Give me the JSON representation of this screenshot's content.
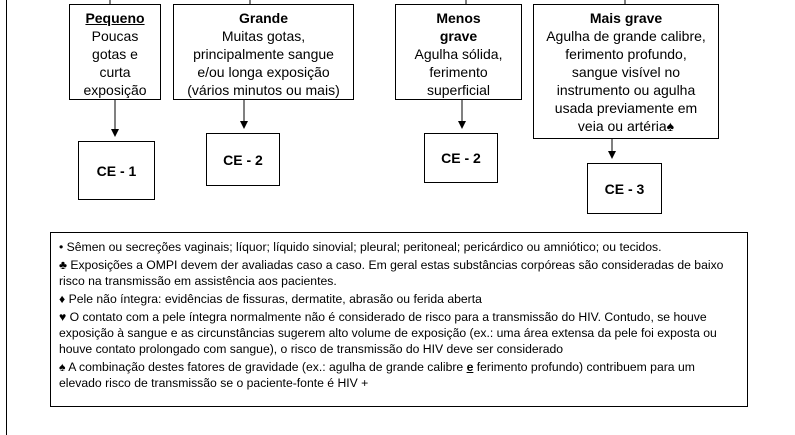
{
  "top_boxes": [
    {
      "title": "Pequeno",
      "lines": [
        "Poucas",
        "gotas e",
        "curta",
        "exposição"
      ]
    },
    {
      "title": "Grande",
      "lines": [
        "Muitas gotas,",
        "principalmente sangue",
        "e/ou longa exposição",
        "(vários minutos ou mais)"
      ]
    },
    {
      "title": "Menos grave",
      "lines": [
        "Agulha sólida,",
        "ferimento",
        "superficial"
      ]
    },
    {
      "title": "Mais grave",
      "lines": [
        "Agulha de grande calibre,",
        "ferimento profundo,",
        "sangue visível no",
        "instrumento ou agulha",
        "usada previamente em",
        "veia ou artéria♠"
      ]
    }
  ],
  "ce_boxes": [
    "CE - 1",
    "CE - 2",
    "CE - 2",
    "CE - 3"
  ],
  "notes": {
    "n1": "• Sêmen ou secreções vaginais; líquor; líquido sinovial; pleural; peritoneal; pericárdico ou amniótico; ou tecidos.",
    "n2": "♣ Exposições a OMPI devem der avaliadas caso a caso. Em geral estas substâncias corpóreas são consideradas de baixo risco na transmissão em assistência aos pacientes.",
    "n3": "♦ Pele não íntegra: evidências de fissuras, dermatite, abrasão ou ferida aberta",
    "n4": "♥ O contato com a pele íntegra normalmente não é considerado de risco para a transmissão do HIV. Contudo, se houve exposição à sangue e as circunstâncias sugerem alto volume de exposição (ex.: uma área extensa da pele foi exposta ou houve contato prolongado com sangue), o risco de transmissão do HIV deve ser considerado",
    "n5_a": "♠ A combinação destes fatores de gravidade (ex.: agulha de grande calibre ",
    "n5_u": "e",
    "n5_b": " ferimento profundo) contribuem para um elevado risco de transmissão se o paciente-fonte é HIV +"
  }
}
